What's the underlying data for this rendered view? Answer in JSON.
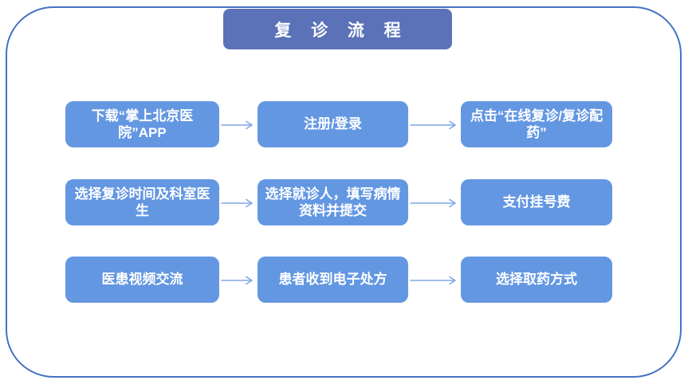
{
  "title": {
    "label": "复 诊 流 程"
  },
  "colors": {
    "title_bg": "#5b72b8",
    "box_bg": "#6397e2",
    "border": "#4472c4",
    "arrow": "#7da7e8",
    "text": "#ffffff"
  },
  "flow": {
    "rows": [
      {
        "steps": [
          {
            "label": "下载“掌上北京医院”APP"
          },
          {
            "label": "注册/登录"
          },
          {
            "label": "点击“在线复诊/复诊配药”"
          }
        ]
      },
      {
        "steps": [
          {
            "label": "选择复诊时间及科室医生"
          },
          {
            "label": "选择就诊人，填写病情资料并提交"
          },
          {
            "label": "支付挂号费"
          }
        ]
      },
      {
        "steps": [
          {
            "label": "医患视频交流"
          },
          {
            "label": "患者收到电子处方"
          },
          {
            "label": "选择取药方式"
          }
        ]
      }
    ]
  }
}
